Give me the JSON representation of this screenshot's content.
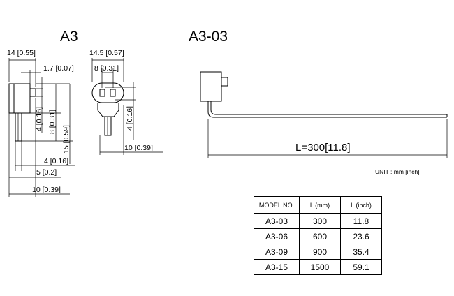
{
  "titles": {
    "left": "A3",
    "right": "A3-03"
  },
  "dims": {
    "w14": "14 [0.55]",
    "w14_5": "14.5 [0.57]",
    "d1_7": "1.7 [0.07]",
    "d8_top": "8 [0.31]",
    "v4a": "4 [0.16]",
    "v8": "8 [0.31]",
    "v15": "15 [0.59]",
    "v4b": "4 [0.16]",
    "h10_right": "10 [0.39]",
    "h4": "4 [0.16]",
    "h5": "5 [0.2]",
    "h10_bottom": "10 [0.39]",
    "length": "L=300[11.8]"
  },
  "unit": "UNIT : mm [inch]",
  "table": {
    "headers": [
      "MODEL NO.",
      "L (mm)",
      "L (inch)"
    ],
    "rows": [
      [
        "A3-03",
        "300",
        "11.8"
      ],
      [
        "A3-06",
        "600",
        "23.6"
      ],
      [
        "A3-09",
        "900",
        "35.4"
      ],
      [
        "A3-15",
        "1500",
        "59.1"
      ]
    ]
  }
}
